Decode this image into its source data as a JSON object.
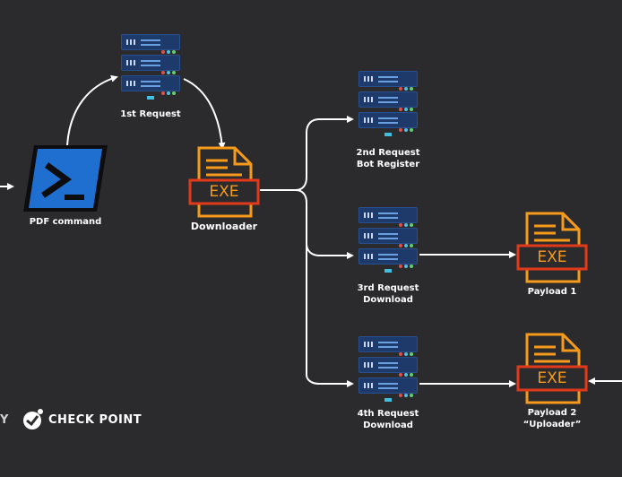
{
  "nodes": {
    "pdf_command": {
      "label": "PDF command"
    },
    "downloader": {
      "label": "Downloader",
      "badge": "EXE"
    },
    "request1": {
      "label": "1st Request"
    },
    "request2": {
      "line1": "2nd Request",
      "line2": "Bot Register"
    },
    "request3": {
      "line1": "3rd Request",
      "line2": "Download"
    },
    "request4": {
      "line1": "4th Request",
      "line2": "Download"
    },
    "payload1": {
      "label": "Payload 1",
      "badge": "EXE"
    },
    "payload2": {
      "line1": "Payload 2",
      "line2": "“Uploader”",
      "badge": "EXE"
    }
  },
  "branding": {
    "partial": "Y",
    "name": "CHECK POINT"
  },
  "colors": {
    "background": "#2b2b2d",
    "server": "#1d3a6b",
    "exe_orange": "#f59a1a",
    "exe_red": "#e03a1a",
    "powershell_blue": "#1f6fd1",
    "wire": "#ffffff"
  }
}
